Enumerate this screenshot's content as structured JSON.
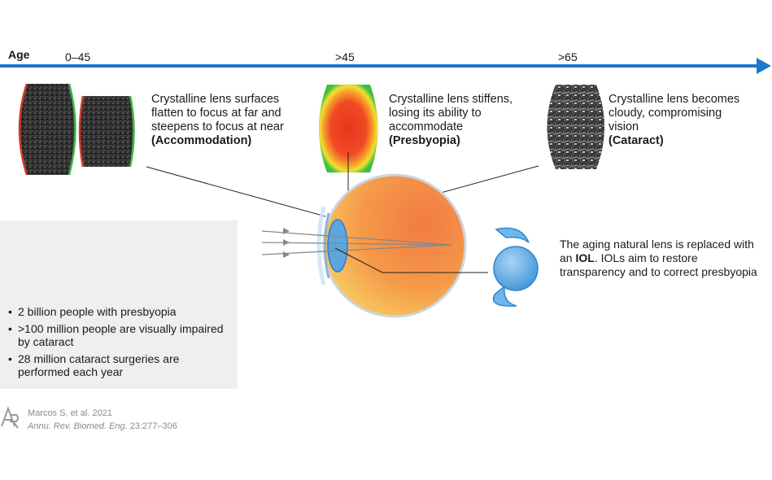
{
  "timeline": {
    "axis_label": "Age",
    "ticks": [
      "0–45",
      ">45",
      ">65"
    ],
    "color": "#1f78c8"
  },
  "stages": [
    {
      "text": "Crystalline lens surfaces flatten to focus at far and steepens to focus at near",
      "term": "(Accommodation)"
    },
    {
      "text": "Crystalline lens stiffens, losing its ability to accommodate",
      "term": "(Presbyopia)"
    },
    {
      "text": "Crystalline lens becomes cloudy, compromising vision",
      "term": "(Cataract)"
    }
  ],
  "iol": {
    "text_before": "The aging natural lens is replaced with an ",
    "bold": "IOL",
    "text_after": ". IOLs aim to restore transparency and to correct presbyopia"
  },
  "stats": [
    "2 billion people with presbyopia",
    ">100 million people are visually impaired by cataract",
    "28 million cataract surgeries are performed each year"
  ],
  "citation": {
    "logo": "AR",
    "authors": "Marcos S, et al. 2021",
    "journal": "Annu. Rev. Biomed. Eng.",
    "pages": "23:277–306"
  },
  "colors": {
    "eye_fill": "#f6a24a",
    "lens_blue": "#5aa7e0",
    "panel_bg": "#efefef"
  }
}
